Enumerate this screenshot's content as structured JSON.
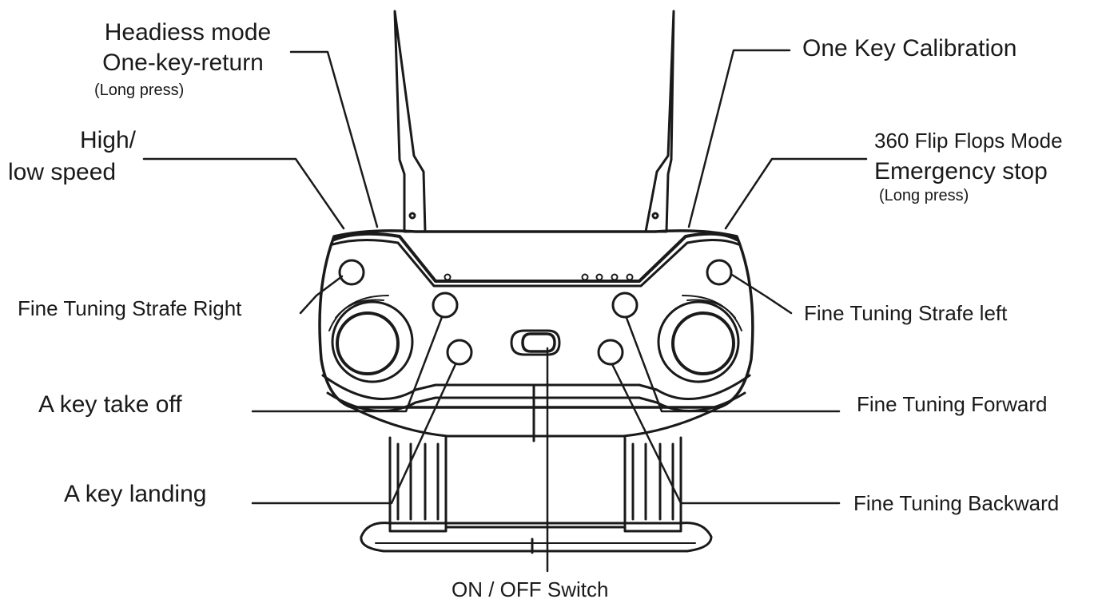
{
  "labels": {
    "headless_mode": "Headiess mode",
    "one_key_return": "One-key-return",
    "long_press_left": "(Long press)",
    "high_low_speed_1": "High/",
    "high_low_speed_2": "low speed",
    "one_key_calibration": "One Key Calibration",
    "flip_mode": "360 Flip Flops Mode",
    "emergency_stop": "Emergency stop",
    "long_press_right": "(Long press)",
    "fine_strafe_right": "Fine Tuning Strafe Right",
    "fine_strafe_left": "Fine Tuning Strafe left",
    "take_off": "A key take off",
    "fine_forward": "Fine Tuning Forward",
    "landing": "A key landing",
    "fine_backward": "Fine Tuning Backward",
    "on_off_switch": "ON / OFF Switch"
  }
}
